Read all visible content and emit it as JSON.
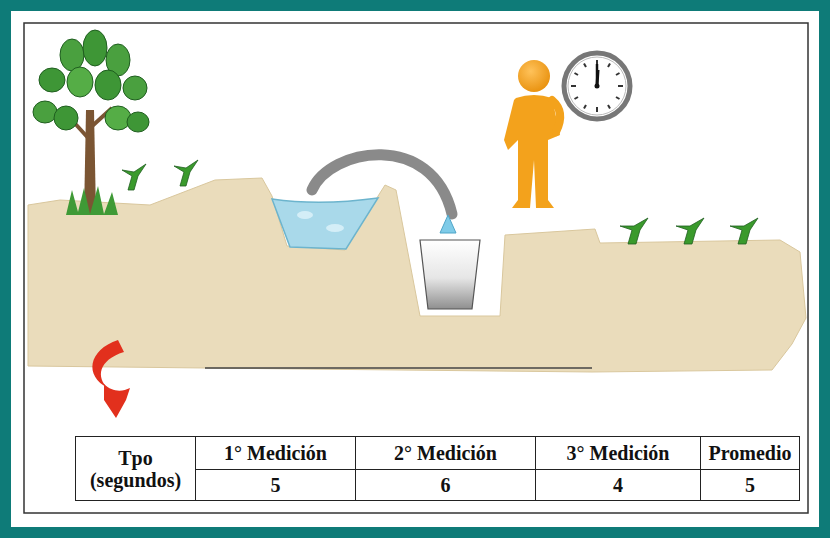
{
  "diagram": {
    "labels": [
      "Tpo (segundos)",
      "1° Medición",
      "2° Medición",
      "3° Medición",
      "Promedio",
      "5",
      "6",
      "4",
      "5"
    ]
  }
}
